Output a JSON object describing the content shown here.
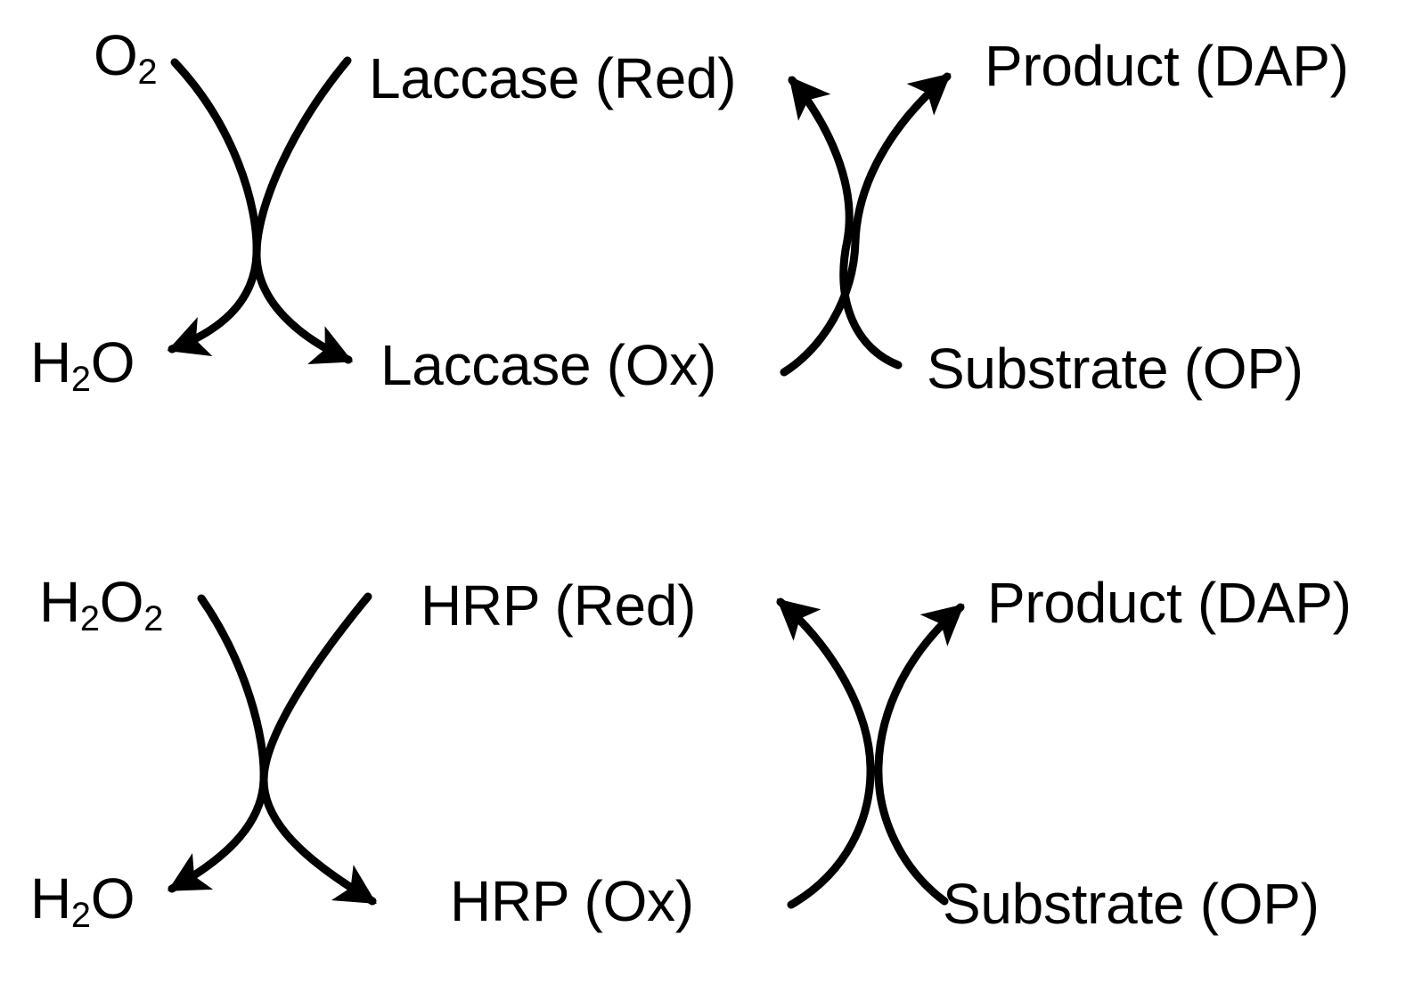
{
  "diagram": {
    "type": "enzyme-catalytic-cycle-bi-bi-diagram",
    "stroke_color": "#000000",
    "background_color": "#ffffff",
    "rows": [
      {
        "name": "laccase-cycle",
        "enzyme": "Laccase",
        "left_cycle": {
          "top_left_label": "O2",
          "bottom_left_label": "H2O",
          "top_right_label": "Laccase (Red)",
          "bottom_right_label": "Laccase (Ox)",
          "arrowheads": [
            "bottom-left",
            "bottom-right"
          ]
        },
        "right_cycle": {
          "top_left_label": "Laccase (Red)",
          "bottom_left_label": "Laccase (Ox)",
          "top_right_label": "Product (DAP)",
          "bottom_right_label": "Substrate (OP)",
          "arrowheads": [
            "top-left",
            "top-right"
          ]
        }
      },
      {
        "name": "hrp-cycle",
        "enzyme": "HRP",
        "left_cycle": {
          "top_left_label": "H2O2",
          "bottom_left_label": "H2O",
          "top_right_label": "HRP (Red)",
          "bottom_right_label": "HRP (Ox)",
          "arrowheads": [
            "bottom-left",
            "bottom-right"
          ]
        },
        "right_cycle": {
          "top_left_label": "HRP (Red)",
          "bottom_left_label": "HRP (Ox)",
          "top_right_label": "Product (DAP)",
          "bottom_right_label": "Substrate (OP)",
          "arrowheads": [
            "top-left",
            "top-right"
          ]
        }
      }
    ]
  },
  "labels": {
    "row1": {
      "o2": {
        "main": "O",
        "sub": "2"
      },
      "h2o": {
        "h": "H",
        "sub1": "2",
        "o": "O"
      },
      "laccase_red": "Laccase (Red)",
      "laccase_ox": "Laccase (Ox)",
      "product": "Product (DAP)",
      "substrate": "Substrate (OP)"
    },
    "row2": {
      "h2o2": {
        "h": "H",
        "sub1": "2",
        "o": "O",
        "sub2": "2"
      },
      "h2o": {
        "h": "H",
        "sub1": "2",
        "o": "O"
      },
      "hrp_red": "HRP (Red)",
      "hrp_ox": "HRP (Ox)",
      "product": "Product (DAP)",
      "substrate": "Substrate (OP)"
    }
  }
}
